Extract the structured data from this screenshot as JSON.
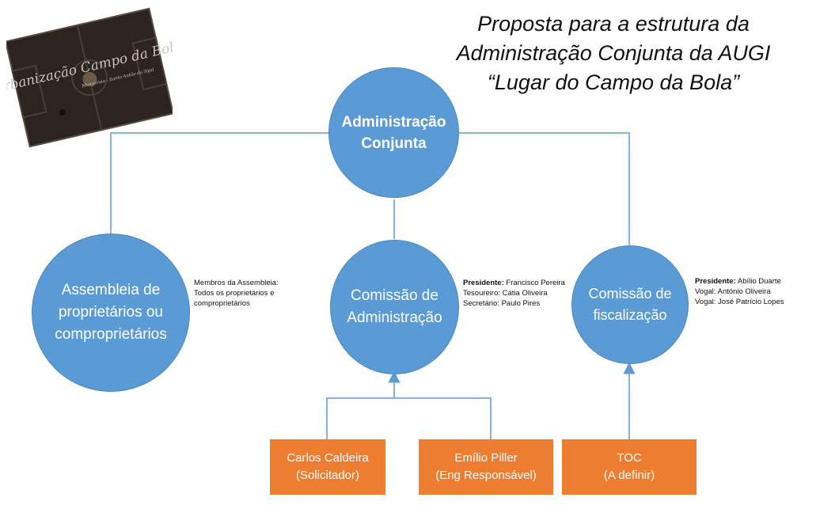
{
  "title": {
    "line1": "Proposta para a estrutura da",
    "line2": "Administração Conjunta da AUGI",
    "line3": "“Lugar do Campo da Bola”"
  },
  "logo": {
    "name": "Urbanização Campo da Bola",
    "subtitle": "Mongaraia - Santo Antão do Tojal"
  },
  "nodes": {
    "admin": {
      "line1": "Administração",
      "line2": "Conjunta"
    },
    "assembleia": {
      "line1": "Assembleia de",
      "line2": "proprietários ou",
      "line3": "comproprietários"
    },
    "comissao_admin": {
      "line1": "Comissão de",
      "line2": "Administração"
    },
    "comissao_fisc": {
      "line1": "Comissão de",
      "line2": "fiscalização"
    }
  },
  "notes": {
    "assembleia": {
      "line1": "Membros da Assembleia:",
      "line2": "Todos os proprietários e",
      "line3": "comproprietários"
    },
    "comissao_admin": {
      "r1_label": "Presidente:",
      "r1_value": " Francisco Pereira",
      "r2_label": "Tesoureiro:",
      "r2_value": " Cátia Oliveira",
      "r3_label": "Secretário:",
      "r3_value": " Paulo Pires"
    },
    "comissao_fisc": {
      "r1_label": "Presidente:",
      "r1_value": " Abílio Duarte",
      "r2_label": "Vogal:",
      "r2_value": " António Oliveira",
      "r3_label": "Vogal:",
      "r3_value": " José Patrício Lopes"
    }
  },
  "boxes": {
    "carlos": {
      "line1": "Carlos Caldeira",
      "line2": "(Solicitador)"
    },
    "emilio": {
      "line1": "Emílio Piller",
      "line2": "(Eng Responsável)"
    },
    "toc": {
      "line1": "TOC",
      "line2": "(A definir)"
    }
  },
  "colors": {
    "circle": "#5b9bd5",
    "box": "#ed7d31",
    "connector": "#5b9bd5"
  }
}
